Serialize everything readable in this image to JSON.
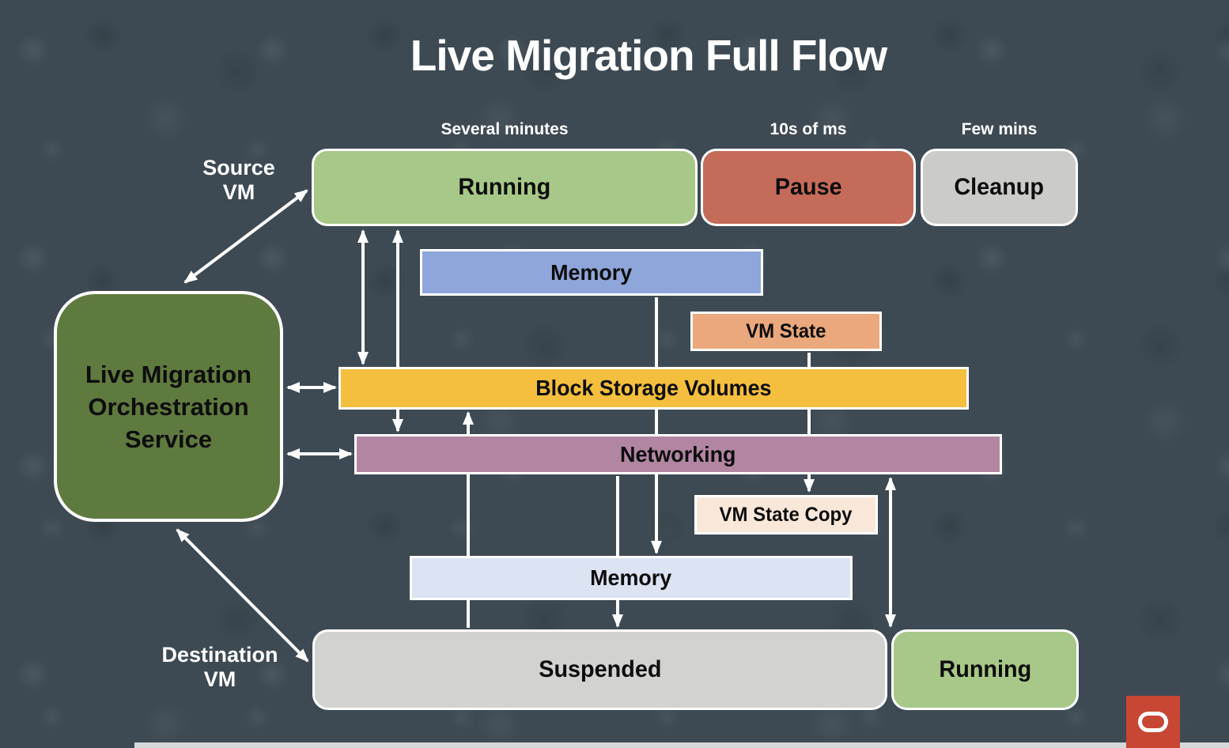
{
  "title": "Live Migration Full Flow",
  "background_color": "#3e4a53",
  "timeline": {
    "running_duration": "Several minutes",
    "pause_duration": "10s of ms",
    "cleanup_duration": "Few mins"
  },
  "source_vm": {
    "label": {
      "line1": "Source",
      "line2": "VM"
    },
    "states": {
      "running": {
        "label": "Running",
        "color": "#a7c888"
      },
      "pause": {
        "label": "Pause",
        "color": "#c56b59"
      },
      "cleanup": {
        "label": "Cleanup",
        "color": "#cbcbc9"
      }
    }
  },
  "destination_vm": {
    "label": {
      "line1": "Destination",
      "line2": "VM"
    },
    "states": {
      "suspended": {
        "label": "Suspended",
        "color": "#d2d2d1"
      },
      "running": {
        "label": "Running",
        "color": "#a7c888"
      }
    }
  },
  "orchestration_service": {
    "label": {
      "line1": "Live Migration",
      "line2": "Orchestration",
      "line3": "Service"
    },
    "color": "#5f7a3e"
  },
  "resources": {
    "memory_source": {
      "label": "Memory",
      "color": "#8ea6d9"
    },
    "vm_state": {
      "label": "VM State",
      "color": "#eaa87c"
    },
    "block_storage": {
      "label": "Block Storage Volumes",
      "color": "#f4be3e"
    },
    "networking": {
      "label": "Networking",
      "color": "#b286a3"
    },
    "vm_state_copy": {
      "label": "VM State Copy",
      "color": "#f9e8d9"
    },
    "memory_destination": {
      "label": "Memory",
      "color": "#dce3f2"
    }
  },
  "branding": {
    "logo": "oracle-logo",
    "color": "#c74634"
  }
}
